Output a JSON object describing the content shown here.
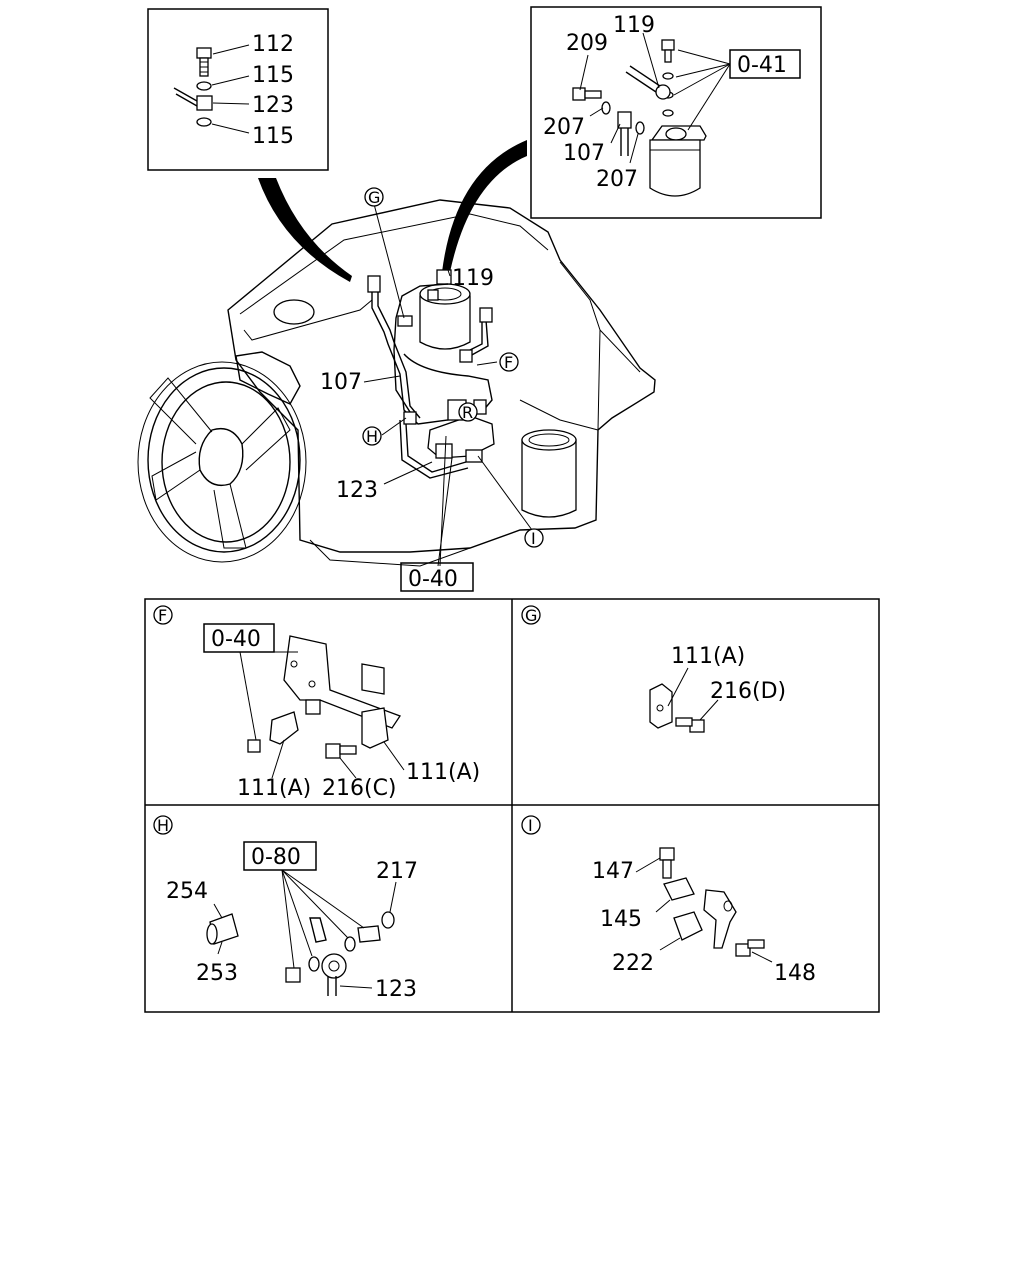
{
  "main": {
    "callouts": {
      "c119": "119",
      "c107": "107",
      "c123": "123",
      "ref_040": "0-40",
      "mark_G": "G",
      "mark_F": "F",
      "mark_R": "R",
      "mark_H": "H",
      "mark_I": "I"
    }
  },
  "inset_left": {
    "labels": [
      "112",
      "115",
      "123",
      "115"
    ]
  },
  "inset_right": {
    "l119": "119",
    "l209": "209",
    "l207a": "207",
    "l107": "107",
    "l207b": "207",
    "ref_041": "0-41"
  },
  "panel_F": {
    "mark": "F",
    "ref": "0-40",
    "l111a_left": "111(A)",
    "l216c": "216(C)",
    "l111a_right": "111(A)"
  },
  "panel_G": {
    "mark": "G",
    "l111a": "111(A)",
    "l216d": "216(D)"
  },
  "panel_H": {
    "mark": "H",
    "ref": "0-80",
    "l217": "217",
    "l254": "254",
    "l253": "253",
    "l123": "123"
  },
  "panel_I": {
    "mark": "I",
    "l147": "147",
    "l145": "145",
    "l222": "222",
    "l148": "148"
  }
}
